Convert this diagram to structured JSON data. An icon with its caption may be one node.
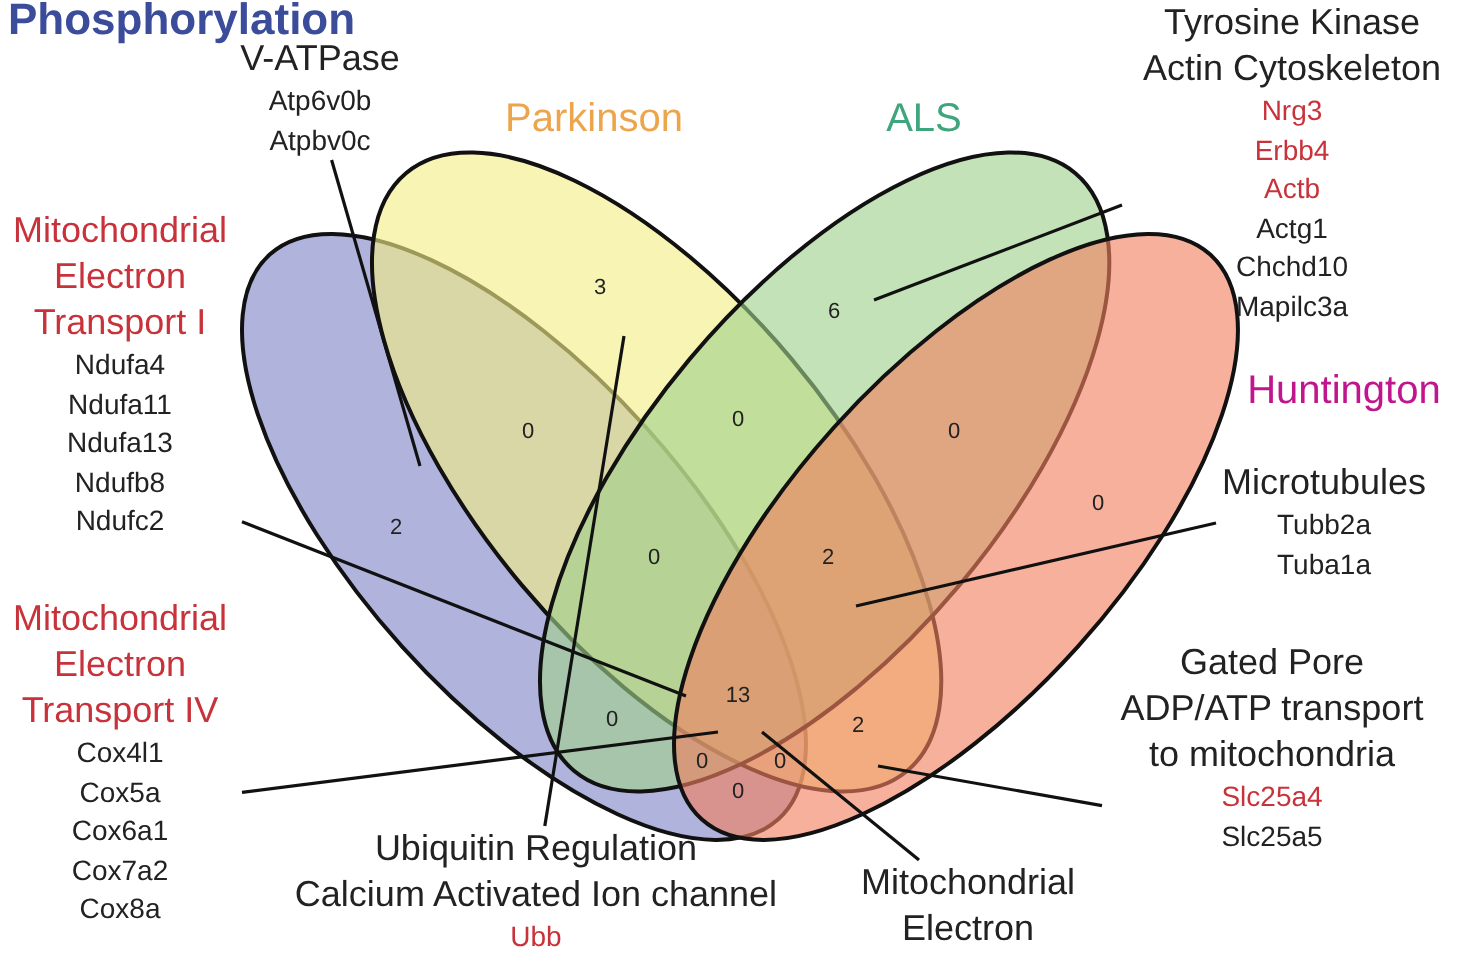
{
  "diagram": {
    "title": "Phosphorylation",
    "nodes": [
      {
        "text": [],
        "shape": "ellipse"
      },
      {
        "text": [
          "Parkinson"
        ]
      },
      {
        "text": [
          "ALS"
        ]
      },
      {
        "text": [
          "Huntington"
        ]
      },
      {
        "text": [
          "V-ATPase",
          "Atp6v0b",
          "Atpbv0c"
        ]
      },
      {
        "text": [
          "Mitochondrial Electron Transport I",
          "Ndufa4",
          "Ndufa11",
          "Ndufa13",
          "Ndufb8",
          "Ndufc2"
        ]
      },
      {
        "text": [
          "Tyrosine Kinase",
          "Actin Cytoskeleton",
          "Nrg3",
          "Erbb4",
          "Actb",
          "Actg1",
          "Chchd10",
          "Mapilc3a"
        ]
      },
      {
        "text": [
          "Microtubules",
          "Tubb2a",
          "Tuba1a"
        ]
      },
      {
        "text": [
          "Mitochondrial Electron Transport IV",
          "Cox4l1",
          "Cox5a",
          "Cox6a1",
          "Cox7a2",
          "Cox8a"
        ]
      },
      {
        "text": [
          "Gated Pore ADP/ATP transport to mitochondria",
          "Slc25a4",
          "Slc25a5"
        ]
      },
      {
        "text": [
          "Ubiquitin Regulation",
          "Calcium Activated Ion channel",
          "Ubb"
        ]
      },
      {
        "text": [
          "Mitochondrial Electron"
        ]
      }
    ],
    "edges": [
      {
        "from": 4,
        "to": 0,
        "arrow": "none"
      },
      {
        "from": 5,
        "to": 3,
        "arrow": "none"
      },
      {
        "from": 8,
        "to": 3,
        "arrow": "none"
      },
      {
        "from": 6,
        "to": 2,
        "arrow": "none"
      },
      {
        "from": 7,
        "to": 3,
        "arrow": "none"
      },
      {
        "from": 9,
        "to": 3,
        "arrow": "none"
      },
      {
        "from": 10,
        "to": 1,
        "arrow": "none"
      },
      {
        "from": 11,
        "to": 3,
        "arrow": "none"
      }
    ],
    "labels": [
      "3",
      "6",
      "0",
      "0",
      "0",
      "2",
      "0",
      "0",
      "2",
      "13",
      "0",
      "2",
      "0",
      "0",
      "0"
    ]
  }
}
